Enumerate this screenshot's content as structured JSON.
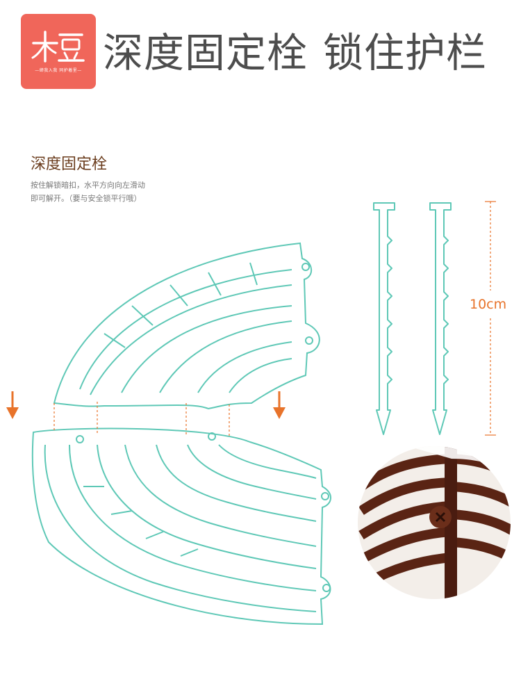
{
  "brand": {
    "logo_text": "—缔我入我 同护着里—",
    "logo_color": "#f0665a"
  },
  "headline": {
    "part1": "深度固定栓",
    "part2": "锁住护栏"
  },
  "section": {
    "title": "深度固定栓",
    "desc_line1": "按住解锁暗扣，水平方向向左滑动",
    "desc_line2": "即可解开。（要与安全锁平行哦）"
  },
  "stake": {
    "length_label": "10cm"
  },
  "colors": {
    "outline": "#5ec8b6",
    "arrow": "#e8732a",
    "photo_brown": "#5a2414"
  }
}
